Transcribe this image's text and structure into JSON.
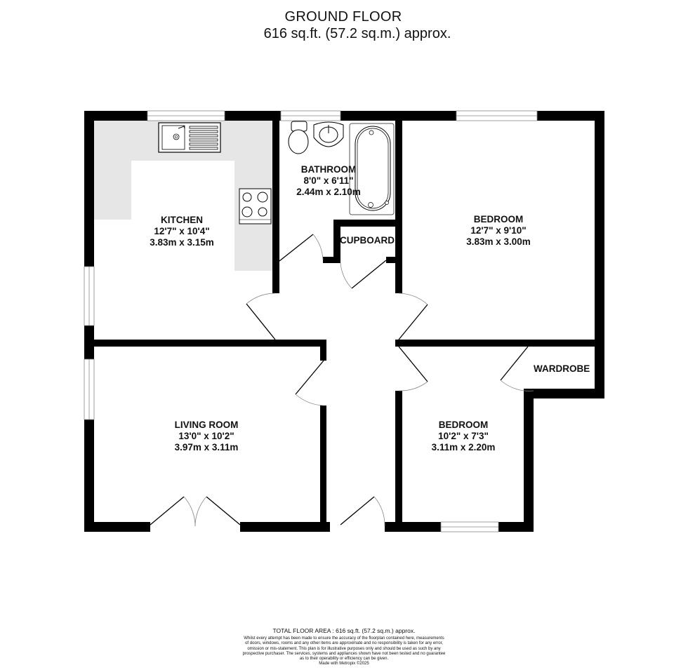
{
  "header": {
    "title": "GROUND FLOOR",
    "subtitle": "616 sq.ft. (57.2 sq.m.) approx."
  },
  "rooms": {
    "kitchen": {
      "name": "KITCHEN",
      "imperial": "12'7\"  x 10'4\"",
      "metric": "3.83m  x 3.15m"
    },
    "bathroom": {
      "name": "BATHROOM",
      "imperial": "8'0\"  x 6'11\"",
      "metric": "2.44m  x 2.10m"
    },
    "bedroom1": {
      "name": "BEDROOM",
      "imperial": "12'7\"  x 9'10\"",
      "metric": "3.83m  x 3.00m"
    },
    "living_room": {
      "name": "LIVING ROOM",
      "imperial": "13'0\"  x 10'2\"",
      "metric": "3.97m  x 3.11m"
    },
    "bedroom2": {
      "name": "BEDROOM",
      "imperial": "10'2\"  x 7'3\"",
      "metric": "3.11m  x 2.20m"
    },
    "cupboard": {
      "name": "CUPBOARD"
    },
    "wardrobe": {
      "name": "WARDROBE"
    }
  },
  "fixtures": [
    "sink-icon",
    "hob-icon",
    "toilet-icon",
    "basin-icon",
    "bath-icon"
  ],
  "colors": {
    "wall": "#000000",
    "kitchen_counter": "#e6e6e6",
    "background": "#ffffff"
  },
  "footer": {
    "total": "TOTAL FLOOR AREA : 616 sq.ft. (57.2 sq.m.) approx.",
    "disclaimer_lines": [
      "Whilst every attempt has been made to ensure the accuracy of the floorplan contained here, measurements",
      "of doors, windows, rooms and any other items are approximate and no responsibility is taken for any error,",
      "omission or mis-statement. This plan is for illustrative purposes only and should be used as such by any",
      "prospective purchaser. The services, systems and appliances shown have not been tested and no guarantee",
      "as to their operability or efficiency can be given."
    ],
    "credit": "Made with Metropix ©2025"
  }
}
